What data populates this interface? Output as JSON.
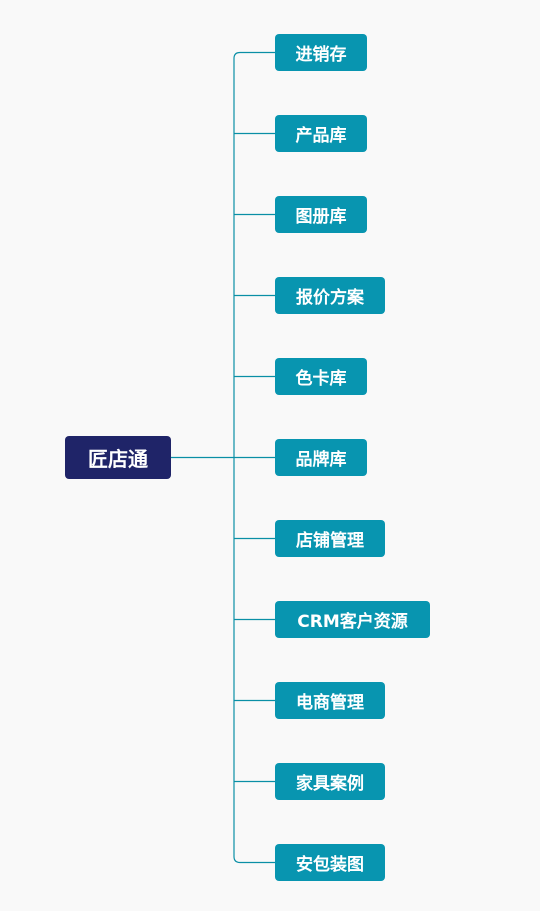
{
  "mindmap": {
    "root": {
      "label": "匠店通"
    },
    "children": [
      {
        "label": "进销存"
      },
      {
        "label": "产品库"
      },
      {
        "label": "图册库"
      },
      {
        "label": "报价方案"
      },
      {
        "label": "色卡库"
      },
      {
        "label": "品牌库"
      },
      {
        "label": "店铺管理"
      },
      {
        "label": "CRM客户资源"
      },
      {
        "label": "电商管理"
      },
      {
        "label": "家具案例"
      },
      {
        "label": "安包装图"
      }
    ]
  },
  "colors": {
    "background": "#f9f9f9",
    "root_fill": "#1f2468",
    "child_fill": "#0895b0",
    "connector": "#0a8fa6",
    "text": "#ffffff"
  }
}
